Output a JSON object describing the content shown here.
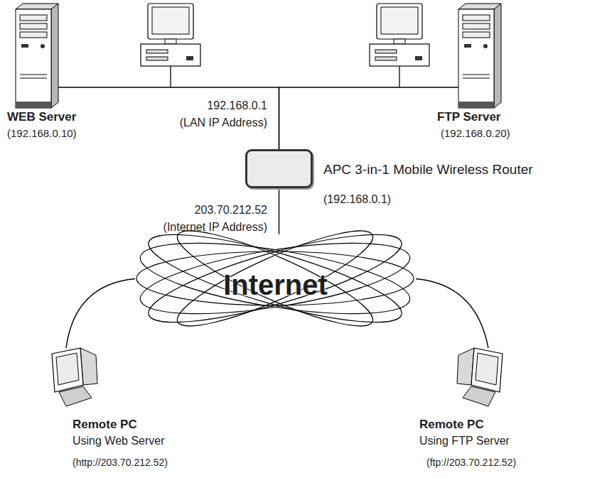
{
  "diagram": {
    "nodes": [
      {
        "text": [
          "WEB Server",
          "(192.168.0.10)"
        ]
      },
      {
        "text": [
          "FTP Server",
          "(192.168.0.20)"
        ]
      },
      {
        "text": [
          "APC 3-in-1 Mobile Wireless Router",
          "(192.168.0.1)"
        ]
      },
      {
        "text": [
          "Internet"
        ]
      },
      {
        "text": [
          "Remote PC",
          "Using Web Server",
          "(http://203.70.212.52)"
        ]
      },
      {
        "text": [
          "Remote PC",
          "Using FTP Server",
          "(ftp://203.70.212.52)"
        ]
      }
    ],
    "edges": [
      {
        "from": 2,
        "to": 0,
        "arrow": "none"
      },
      {
        "from": 2,
        "to": 1,
        "arrow": "none"
      },
      {
        "from": 2,
        "to": 3,
        "arrow": "none"
      },
      {
        "from": 3,
        "to": 4,
        "arrow": "none"
      },
      {
        "from": 3,
        "to": 5,
        "arrow": "none"
      }
    ],
    "labels": [
      "192.168.0.1",
      "(LAN IP Address)",
      "203.70.212.52",
      "(Internet IP Address)"
    ]
  }
}
